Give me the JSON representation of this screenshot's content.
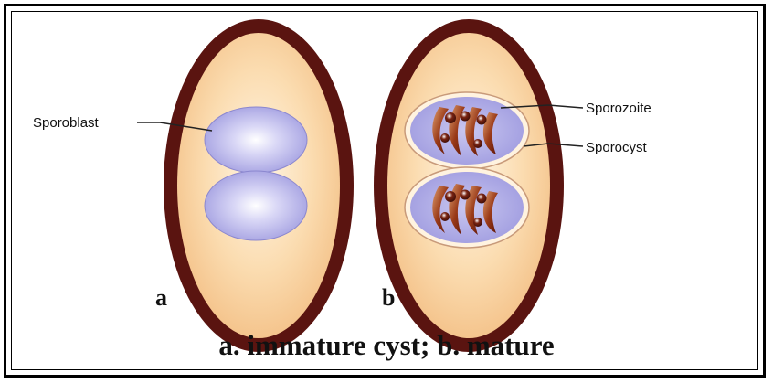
{
  "labels": {
    "sporoblast": "Sporoblast",
    "sporozoite": "Sporozoite",
    "sporocyst": "Sporocyst"
  },
  "panels": {
    "a": "a",
    "b": "b"
  },
  "caption": "a. immature cyst; b. mature",
  "colors": {
    "cyst_wall": "#5a1410",
    "cyst_fill": "#f9d6a8",
    "sporoblast": "#a9a6e6",
    "sporozoite": "#8a2a12"
  }
}
